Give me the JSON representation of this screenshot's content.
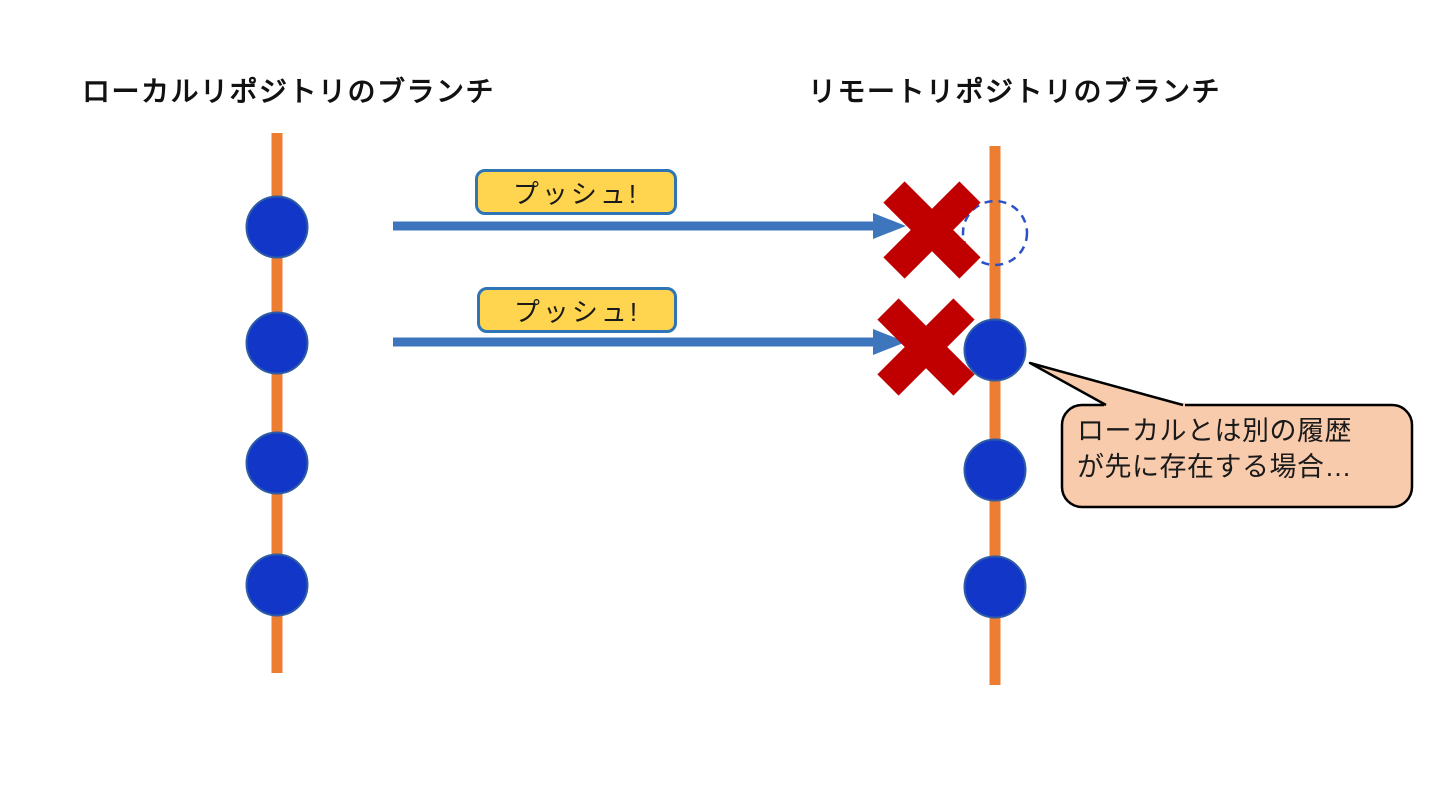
{
  "diagram": {
    "left_column": {
      "title": "ローカルリポジトリのブランチ",
      "commit_count": 4
    },
    "right_column": {
      "title": "リモートリポジトリのブランチ",
      "commit_count": 3,
      "has_ghost_commit": true
    },
    "push_labels": [
      {
        "label": "プッシュ!"
      },
      {
        "label": "プッシュ!"
      }
    ],
    "bubble": {
      "text": "ローカルとは別の履歴\nが先に存在する場合…"
    },
    "colors": {
      "branch_line": "#ED7D31",
      "commit_fill": "#1136C8",
      "commit_stroke": "#2E5CA6",
      "ghost_commit_stroke": "#2B50C8",
      "arrow": "#3E76BE",
      "label_fill": "#FFD44F",
      "label_border": "#2E75B6",
      "x_mark": "#C00000",
      "bubble_fill": "#F8CBAD",
      "bubble_border": "#000000",
      "text": "#1a1a1a"
    }
  }
}
